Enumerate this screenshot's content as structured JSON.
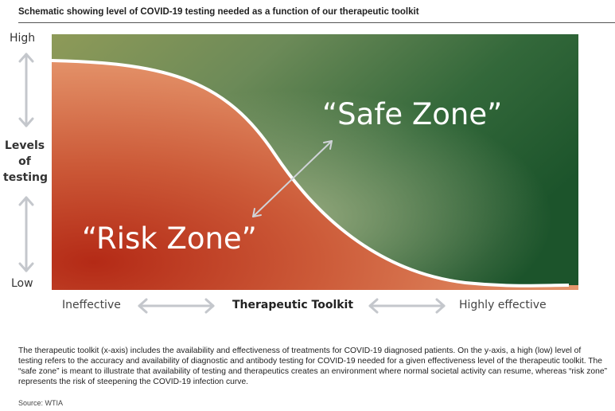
{
  "title": "Schematic showing level of COVID-19 testing needed as a function of our therapeutic toolkit",
  "y_axis": {
    "high": "High",
    "low": "Low",
    "label_lines": [
      "Levels",
      "of",
      "testing"
    ]
  },
  "x_axis": {
    "left": "Ineffective",
    "label": "Therapeutic Toolkit",
    "right": "Highly effective"
  },
  "zones": {
    "safe": "“Safe Zone”",
    "risk": "“Risk Zone”"
  },
  "colors": {
    "risk_dark": "#b8321c",
    "risk_light": "#e08a62",
    "safe_dark": "#1e5a2e",
    "safe_light": "#8a9a5a",
    "curve": "#ffffff",
    "arrow_gray": "#c4c7cc"
  },
  "caption": "The therapeutic toolkit (x-axis) includes the availability and effectiveness of treatments for COVID-19 diagnosed patients. On the y-axis, a high (low) level of testing refers to the accuracy and availability of diagnostic and antibody testing for COVID-19 needed for a given effectiveness level of the therapeutic toolkit. The “safe zone” is meant to illustrate that availability of testing and therapeutics creates an environment where normal societal activity can resume, whereas “risk zone” represents the risk of steepening the COVID-19 infection curve.",
  "source": "Source: WTIA"
}
